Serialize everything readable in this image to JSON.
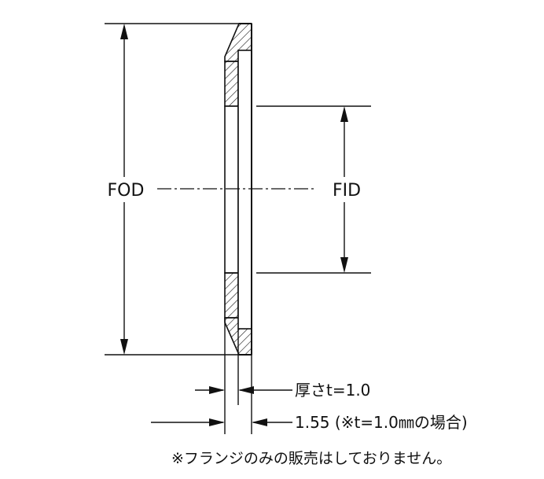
{
  "labels": {
    "fod": "FOD",
    "fid": "FID",
    "thickness": "厚さt=1.0",
    "offset": "1.55 (※t=1.0㎜の場合)",
    "note": "※フランジのみの販売はしておりません。"
  },
  "colors": {
    "line": "#111111",
    "background": "#ffffff"
  }
}
